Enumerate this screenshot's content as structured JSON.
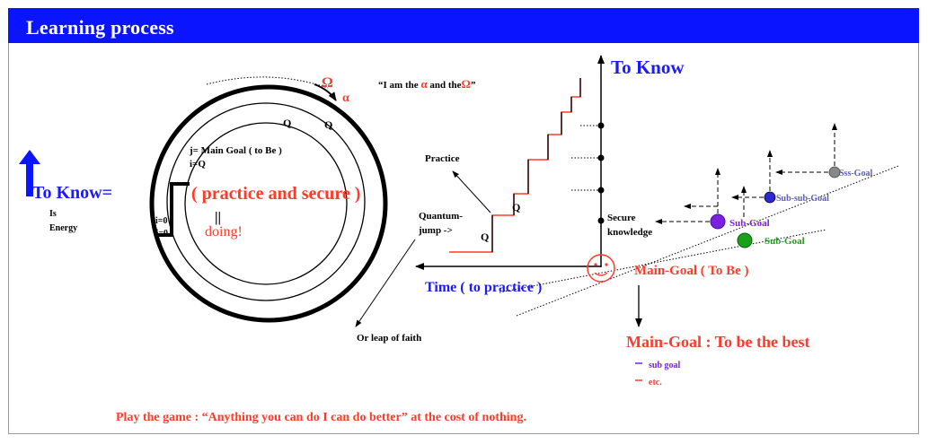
{
  "title": "Learning process",
  "quote": {
    "prefix": "“I am the ",
    "alpha": "α",
    "middle": " and the",
    "omega": "Ω",
    "suffix": "”"
  },
  "circle_labels": {
    "omega": "Ω",
    "alpha": "α",
    "q1": "Q",
    "q2": "Q",
    "main_goal": "j= Main Goal ( to Be )",
    "i_q": "i=Q",
    "i0": "i=0",
    "j0": "j=0"
  },
  "left_text": {
    "to_know": "To Know=",
    "is": "Is",
    "energy": "Energy",
    "practice_secure": "( practice and secure )",
    "equals": "||",
    "doing": "doing!"
  },
  "leap": "Or leap of faith",
  "right_labels": {
    "to_know": "To Know",
    "practice": "Practice",
    "quantum": "Quantum-",
    "jump": "jump ->",
    "q_upper": "Q",
    "q_lower": "Q",
    "secure": "Secure",
    "knowledge": "knowledge",
    "time": "Time ( to practice )",
    "main_goal": "Main-Goal ( To Be )",
    "sub_goal_purple": "Sub-Goal",
    "sub_goal_green": "Sub-Goal",
    "sub_sub_goal": "Sub-sub-Goal",
    "sss_goal": "Sss-Goal",
    "best": "Main-Goal : To be the best",
    "bullet1": "sub goal",
    "bullet2": "etc."
  },
  "footer": "Play the game : “Anything you can do I can do better” at the cost of nothing.",
  "colors": {
    "title_bar": "#0a14ff",
    "accent_red": "#ff3a2a",
    "blue": "#1a1aff",
    "purple": "#7b1fe0",
    "green": "#1aa01a",
    "grey": "#888888"
  }
}
